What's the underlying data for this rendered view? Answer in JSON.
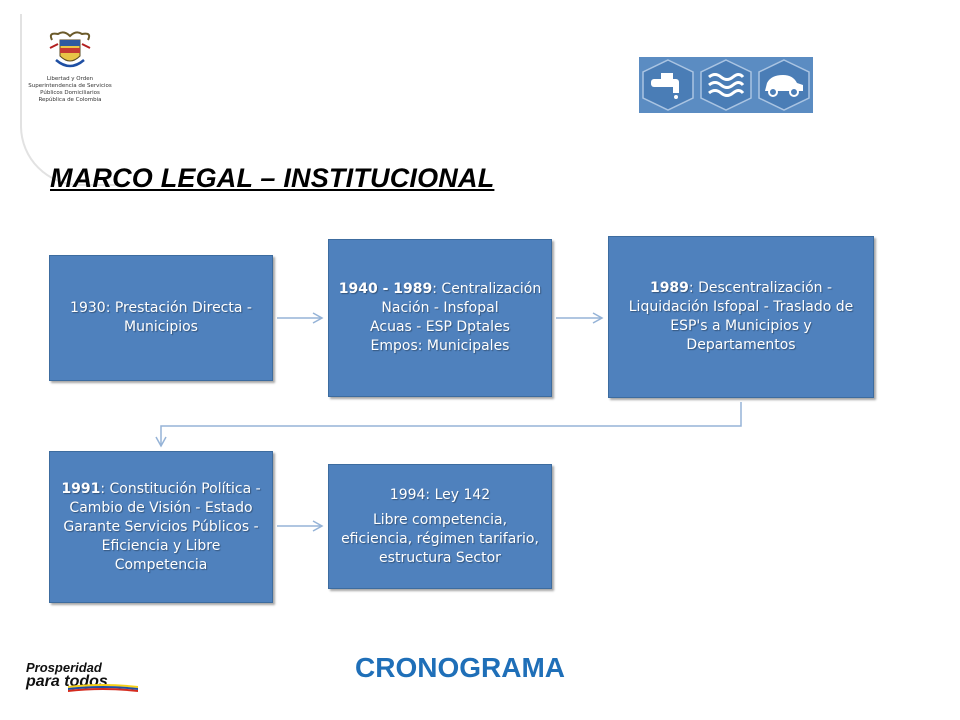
{
  "logo": {
    "motto": "Libertad y Orden",
    "lines": [
      "Superintendencia de Servicios",
      "Públicos Domiciliarios",
      "República de Colombia"
    ]
  },
  "services_strip": {
    "icons": [
      "faucet-icon",
      "water-waves-icon",
      "car-icon"
    ],
    "color": "#4f81bd"
  },
  "title": "MARCO LEGAL – INSTITUCIONAL",
  "steps": [
    {
      "year": "1930",
      "text_after_year": ": Prestación Directa - Municipios",
      "year_bold": false
    },
    {
      "year": "1940 - 1989",
      "text_after_year": ": Centralización Nación - Insfopal",
      "extra_lines": [
        "Acuas - ESP Dptales",
        "Empos: Municipales"
      ],
      "year_bold": true
    },
    {
      "year": "1989",
      "text_after_year": ": Descentralización - Liquidación Isfopal - Traslado de ESP's a Municipios y Departamentos",
      "year_bold": true
    },
    {
      "year": "1991",
      "text_after_year": ": Constitución Política - Cambio de Visión - Estado Garante Servicios Públicos - Eficiencia y Libre Competencia",
      "year_bold": true
    },
    {
      "year": "1994",
      "text_after_year": ": Ley 142",
      "extra_lines": [
        "Libre competencia, eficiencia, régimen tarifario, estructura Sector"
      ],
      "year_bold": false
    }
  ],
  "footer_title": "CRONOGRAMA",
  "brand": {
    "line1": "Prosperidad",
    "line2": "para todos",
    "stripe_colors": [
      "#f7d117",
      "#1f4fa3",
      "#d52b1e"
    ]
  },
  "colors": {
    "box": "#4f81bd",
    "arrow": "#95b3d7",
    "footer_title": "#1f6fb8"
  }
}
